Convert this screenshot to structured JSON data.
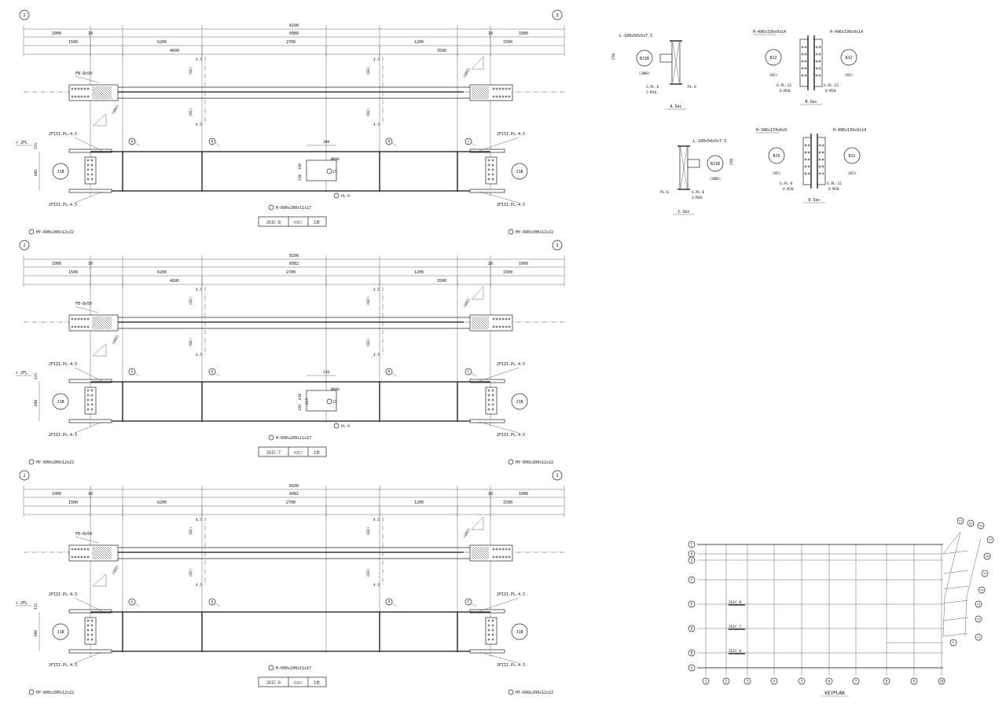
{
  "elevations": [
    {
      "id": "elev-1",
      "axis_left": "2",
      "axis_right": "3",
      "dims": {
        "total": "8100",
        "sub_left": "1000",
        "sub_mid": "6080",
        "sub_right": "1000",
        "tick_left": "10",
        "tick_right": "10",
        "bay1": "1500",
        "bay2": "6200",
        "bay3": "2700",
        "bay4": "1200",
        "bay5": "1500",
        "span_left": "4600",
        "span_right": "3500"
      },
      "stub_label": "4.5",
      "brace_tag": "(B2)",
      "hatch_tag": "(GB2)",
      "fb_label": "FB-8x50",
      "floor": "▽ 2FL",
      "h_upper": "135",
      "h_lower": "600",
      "fill_top": "2FIII.PL-4.5",
      "fill_bot": "2FIII.PL-4.5",
      "grid_tags": [
        "A",
        "B",
        "B",
        "C"
      ],
      "joint_tag": "J1B",
      "hole": {
        "w": "300",
        "d1": "340",
        "d2": "330",
        "dia": "Φ800",
        "r": "15",
        "pl": "PL-9"
      },
      "beam_label": "H-600x200x11x17",
      "side_left": "HY-600x200x12x22",
      "side_right": "HY-600x200x12x22",
      "title": "2G1C-8",
      "title_qty": "(G1C)",
      "title_sheet": "1台"
    },
    {
      "id": "elev-2",
      "axis_left": "2",
      "axis_right": "3",
      "dims": {
        "total": "8100",
        "sub_left": "1000",
        "sub_mid": "6082",
        "sub_right": "1000",
        "tick_left": "10",
        "tick_right": "10",
        "bay1": "1500",
        "bay2": "6200",
        "bay3": "2700",
        "bay4": "1200",
        "bay5": "1500",
        "span_left": "4600",
        "span_right": "3500"
      },
      "stub_label": "4.5",
      "brace_tag": "(B2)",
      "hatch_tag": "(GB2)",
      "fb_label": "FB-8x50",
      "floor": "▽ 2FL",
      "h_upper": "135",
      "h_lower": "600",
      "fill_top": "2FIII.PL-4.5",
      "fill_bot": "2FIII.PL-4.5",
      "grid_tags": [
        "A",
        "B",
        "B",
        "C"
      ],
      "joint_tag": "J1B",
      "hole": {
        "w": "330",
        "d1": "430",
        "d2": "120",
        "d3": "227",
        "dia": "Φ800",
        "r": "15",
        "pl": "PL-9"
      },
      "beam_label": "H-600x200x11x17",
      "side_left": "HY-600x200x12x22",
      "side_right": "HY-600x200x12x22",
      "title": "2G1C-7",
      "title_qty": "(G1C)",
      "title_sheet": "1台"
    },
    {
      "id": "elev-3",
      "axis_left": "2",
      "axis_right": "3",
      "dims": {
        "total": "8100",
        "sub_left": "1000",
        "sub_mid": "6082",
        "sub_right": "1000",
        "tick_left": "10",
        "tick_right": "10",
        "bay1": "1500",
        "bay2": "6200",
        "bay3": "2700",
        "bay4": "1200",
        "bay5": "1500",
        "span_left": "",
        "span_right": ""
      },
      "stub_label": "4.5",
      "brace_tag": "(B2)",
      "hatch_tag": "(GB2)",
      "brace_tag_lower": "(B5)",
      "fb_label": "FB-8x50",
      "floor": "▽ 2FL",
      "h_upper": "135",
      "h_lower": "600",
      "fill_top": "2FIII.PL-4.5",
      "fill_bot": "2FIII.PL-4.5",
      "grid_tags": [
        "A",
        "D",
        "D",
        "C"
      ],
      "joint_tag": "J1B",
      "beam_label": "H-600x200x11x17",
      "side_left": "HY-600x200x12x22",
      "side_right": "HY-600x200x12x22",
      "title": "2G1C-6",
      "title_qty": "(G1C)",
      "title_sheet": "1台"
    }
  ],
  "sections": {
    "a": {
      "angle": "L-100x50x5x7.5",
      "dim": "250",
      "member": "BJ1B",
      "member_sub": "(2Ø6R)",
      "gpl": "G.PL-6",
      "bolts": "2-M16",
      "pl": "PL-6",
      "caption": "A.Sec"
    },
    "b": {
      "left_beam": "H-496x199x9x14",
      "right_beam": "H-496x199x9x14",
      "left_tag": "BJ2",
      "right_tag": "BJ2",
      "left_sub": "(B2)",
      "right_sub": "(B2)",
      "left_gpl": "G.PL-12",
      "left_bolts": "6-M20",
      "right_gpl": "G.PL-12",
      "right_bolts": "6-M20",
      "caption": "B.Sec"
    },
    "c": {
      "angle": "L-100x50x5x7.5",
      "dim": "250",
      "member": "BJ1B",
      "member_sub": "(2Ø6R)",
      "gpl": "G.PL-6",
      "bolts": "2-M16",
      "pl": "PL-6",
      "caption": "C.Sec"
    },
    "d": {
      "left_beam": "H-346x174x6x9",
      "right_beam": "H-496x199x9x14",
      "left_tag": "BJ5",
      "right_tag": "BJ2",
      "left_sub": "(B5)",
      "right_sub": "(B2)",
      "left_gpl": "G.PL-9",
      "left_bolts": "4-M20",
      "right_gpl": "G.PL-12",
      "right_bolts": "6-M20",
      "caption": "D.Sec"
    }
  },
  "keyplan": {
    "title": "KEYPLAN",
    "rows": [
      "I",
      "H",
      "G",
      "F",
      "E",
      "D",
      "B",
      "A"
    ],
    "cols": [
      "1",
      "2",
      "3",
      "4",
      "5",
      "6",
      "7",
      "8",
      "9",
      "10"
    ],
    "tags": [
      "2G1C-8",
      "2G1C-7",
      "2G1C-6"
    ],
    "skew": [
      "X1",
      "X2",
      "X3",
      "Y7",
      "Y6",
      "Y5",
      "Y4",
      "Y3",
      "Y2",
      "Y1"
    ],
    "extra": "C"
  }
}
